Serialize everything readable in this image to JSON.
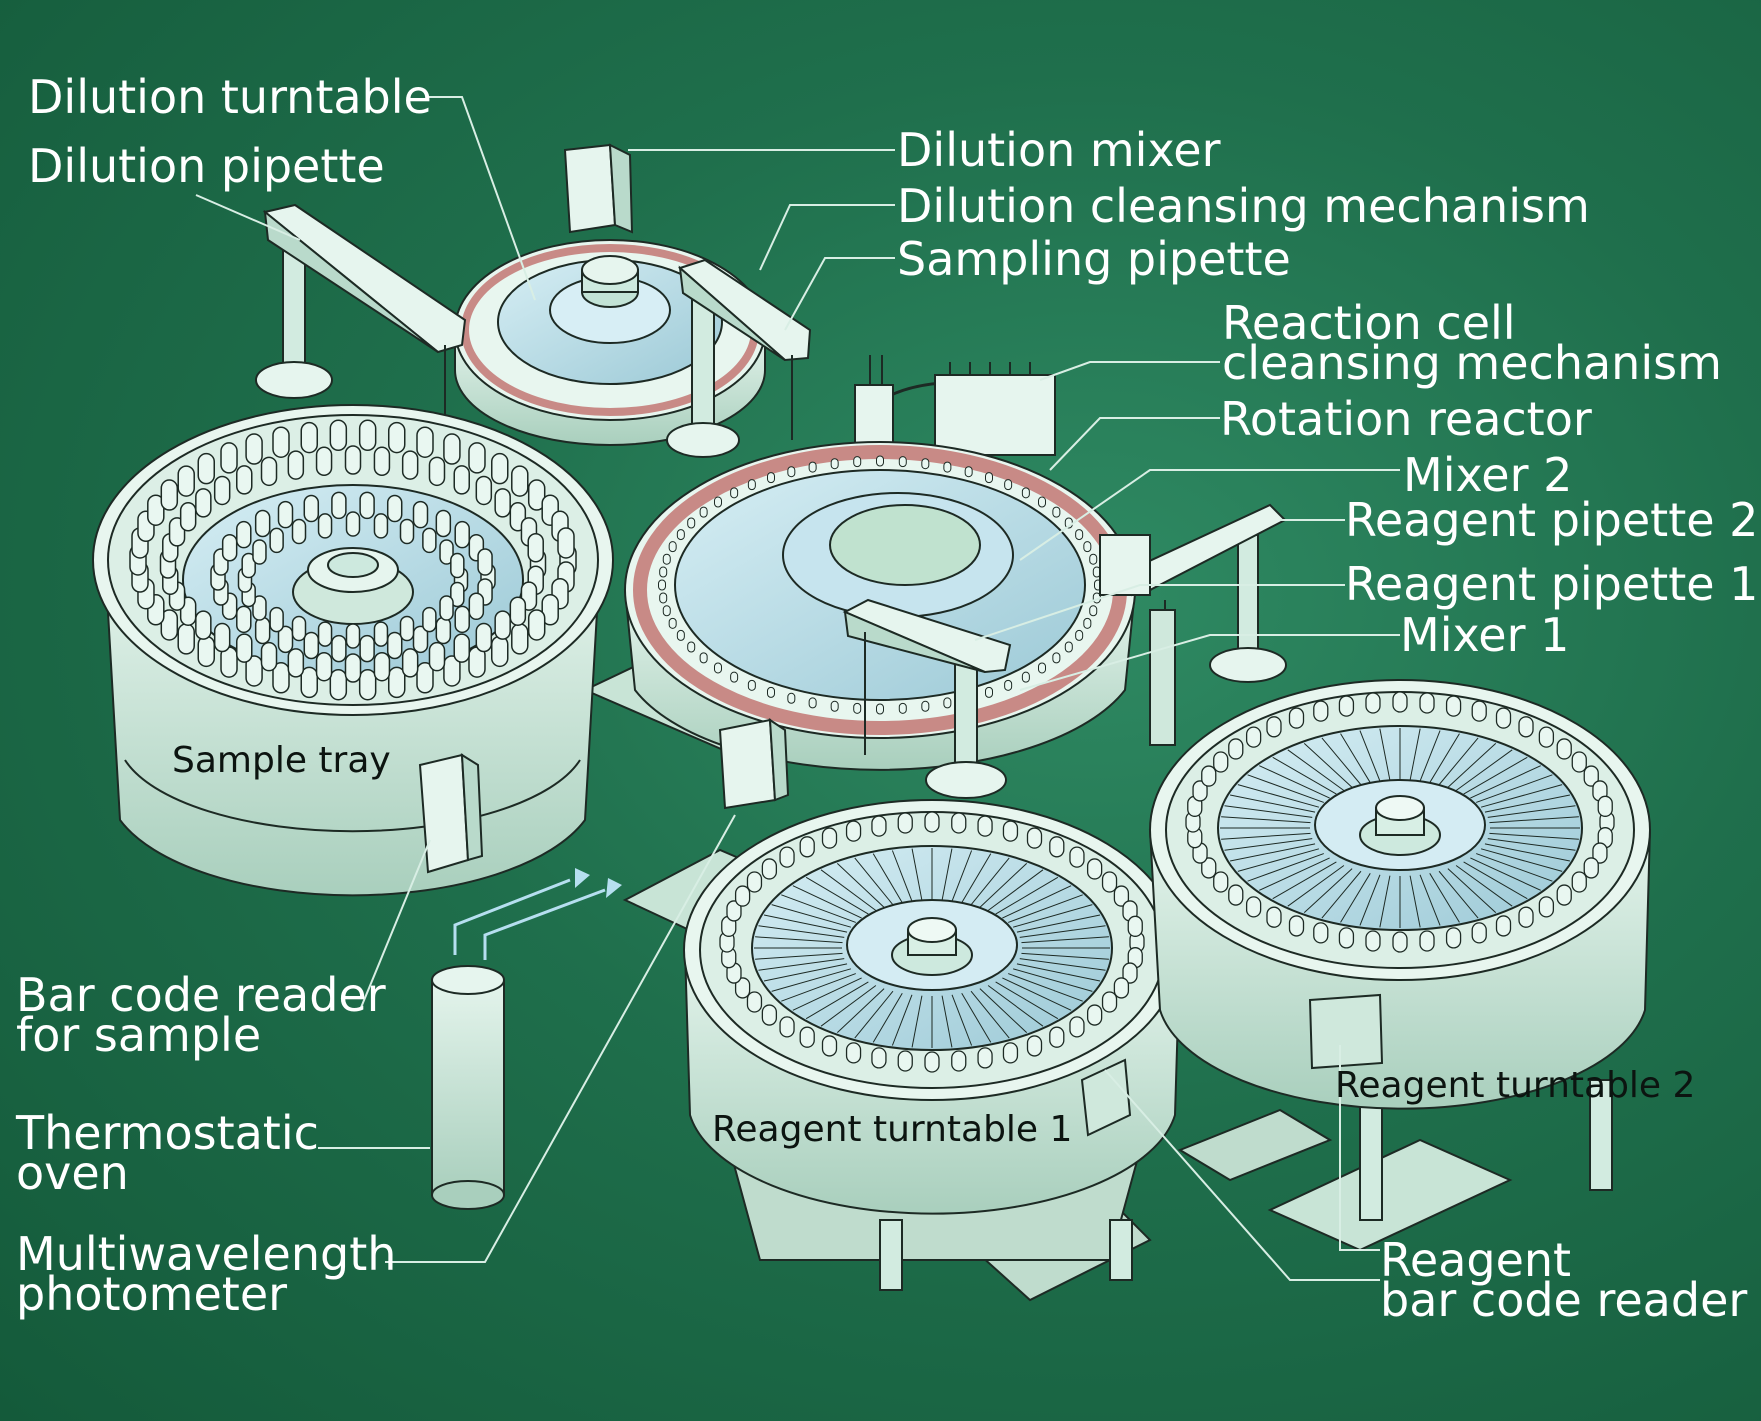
{
  "diagram": {
    "labels": {
      "dilution_turntable": "Dilution turntable",
      "dilution_pipette": "Dilution pipette",
      "dilution_mixer": "Dilution mixer",
      "dilution_cleansing_mechanism": "Dilution cleansing mechanism",
      "sampling_pipette": "Sampling pipette",
      "reaction_cell_cleansing_mechanism": [
        "Reaction cell",
        "cleansing mechanism"
      ],
      "rotation_reactor": "Rotation reactor",
      "mixer_2": "Mixer 2",
      "reagent_pipette_2": "Reagent pipette 2",
      "reagent_pipette_1": "Reagent pipette 1",
      "mixer_1": "Mixer 1",
      "sample_tray": "Sample tray",
      "bar_code_reader_for_sample": [
        "Bar code reader",
        "for sample"
      ],
      "thermostatic_oven": [
        "Thermostatic",
        "oven"
      ],
      "multiwavelength_photometer": [
        "Multiwavelength",
        "photometer"
      ],
      "reagent_turntable_1": "Reagent turntable 1",
      "reagent_turntable_2": "Reagent turntable 2",
      "reagent_bar_code_reader": [
        "Reagent",
        "bar code reader"
      ]
    },
    "colors": {
      "background": "#1f6f4c",
      "machine_body": "#cfe8dc",
      "machine_top": "#e6f5ee",
      "machine_inner": "#a9d6e2",
      "outline": "#1d2a24",
      "ring_pink": "#c88a86",
      "leader_line": "#d8eee4",
      "flow_arrow": "#b6dff0"
    },
    "icons": {
      "sample_tray": "circular-tray-icon",
      "rotation_reactor": "reaction-wheel-icon",
      "reagent_turntable": "turntable-icon",
      "thermostatic_oven": "cylinder-icon"
    }
  }
}
